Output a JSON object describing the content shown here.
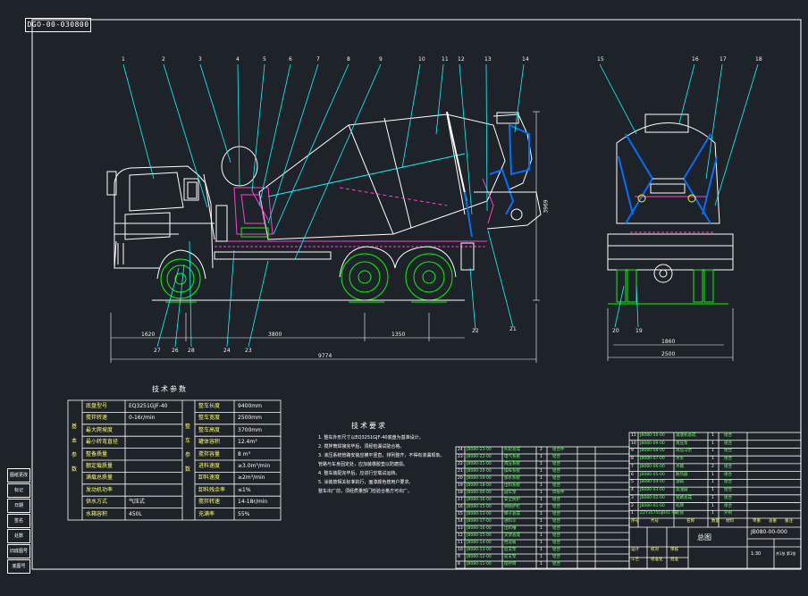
{
  "drawing_number": "DGO-00-030800",
  "side_tags": [
    "图纸更改",
    "标记",
    "日期",
    "签名",
    "处数",
    "旧底图号",
    "底图号"
  ],
  "balloons_front": [
    "1",
    "2",
    "3",
    "4",
    "5",
    "6",
    "7",
    "8",
    "9",
    "10",
    "11",
    "12",
    "13",
    "14"
  ],
  "balloons_side": [
    "15",
    "16",
    "17",
    "18"
  ],
  "balloons_bottom": [
    "27",
    "26",
    "28",
    "24",
    "23",
    "22",
    "21"
  ],
  "balloons_bottom_side": [
    "20",
    "19"
  ],
  "dims": {
    "front_a": "1620",
    "front_b": "3800",
    "front_c": "1350",
    "front_total": "9774",
    "height": "3969",
    "side_a": "1860",
    "side_b": "2500"
  },
  "tech_params": {
    "title": "技术参数",
    "left_group": "基本参数",
    "right_group": "整车参数",
    "rows": [
      {
        "k": "底盘型号",
        "v": "EQ3251GJF-40",
        "k2": "整车长度",
        "v2": "9400mm"
      },
      {
        "k": "搅拌转速",
        "v": "0-16r/min",
        "k2": "整车宽度",
        "v2": "2500mm"
      },
      {
        "k": "最大爬坡度",
        "v": "",
        "k2": "整车高度",
        "v2": "3700mm"
      },
      {
        "k": "最小转弯直径",
        "v": "",
        "k2": "罐体容积",
        "v2": "12.4m³"
      },
      {
        "k": "整备质量",
        "v": "",
        "k2": "搅拌容量",
        "v2": "8 m³"
      },
      {
        "k": "额定载质量",
        "v": "",
        "k2": "进料速度",
        "v2": "≥3.0m³/min"
      },
      {
        "k": "满载总质量",
        "v": "",
        "k2": "卸料速度",
        "v2": "≥2m³/min"
      },
      {
        "k": "发动机功率",
        "v": "",
        "k2": "卸料残余率",
        "v2": "≤1%"
      },
      {
        "k": "供水方式",
        "v": "气压式",
        "k2": "搅拌转速",
        "v2": "14-18r/min"
      },
      {
        "k": "水箱容积",
        "v": "450L",
        "k2": "充满率",
        "v2": "55%"
      }
    ]
  },
  "requirements": {
    "title": "技术要求",
    "lines": [
      "1. 整车外形尺寸以EQ3251GJF-40底盘为基准设计。",
      "2. 搅拌筒焊接完毕后，须经检漏试验合格。",
      "3. 液压系统管路安装应横平竖直，排列整齐，不得有渗漏现象。",
      "   管路与车身固定处，应加装橡胶垫以防磨损。",
      "4. 整车装配完毕后，应进行空载试运转。",
      "5. 涂装按相关标准执行，面漆颜色按用户要求。",
      "   整车出厂前，须经质量部门检验合格方可出厂。"
    ]
  },
  "bom_left": [
    {
      "no": "24",
      "code": "JB080-23-00",
      "name": "托轮总成",
      "qty": "2",
      "mat": "组合件"
    },
    {
      "no": "23",
      "code": "JB080-22-00",
      "name": "电气系统",
      "qty": "1",
      "mat": "组合"
    },
    {
      "no": "22",
      "code": "JB080-21-00",
      "name": "液压系统",
      "qty": "1",
      "mat": "组合"
    },
    {
      "no": "21",
      "code": "JB080-20-00",
      "name": "操纵系统",
      "qty": "1",
      "mat": "组合"
    },
    {
      "no": "20",
      "code": "JB080-19-00",
      "name": "加水系统",
      "qty": "1",
      "mat": "组合"
    },
    {
      "no": "19",
      "code": "JB080-18-00",
      "name": "出料系统",
      "qty": "1",
      "mat": "组合"
    },
    {
      "no": "18",
      "code": "JB080-00-00",
      "name": "副车架",
      "qty": "1",
      "mat": "焊接件"
    },
    {
      "no": "17",
      "code": "JB080-16-00",
      "name": "安全防护",
      "qty": "1",
      "mat": "组合"
    },
    {
      "no": "16",
      "code": "JB080-15-00",
      "name": "侧防护栏",
      "qty": "2",
      "mat": "组合"
    },
    {
      "no": "15",
      "code": "JB080-13-00",
      "name": "梯子总成",
      "qty": "1",
      "mat": "组合"
    },
    {
      "no": "14",
      "code": "JB080-17-00",
      "name": "进料斗",
      "qty": "1",
      "mat": "组合"
    },
    {
      "no": "13",
      "code": "JB080-16-00",
      "name": "出料槽",
      "qty": "1",
      "mat": "组合"
    },
    {
      "no": "12",
      "code": "JB080-15-00",
      "name": "支架总成",
      "qty": "1",
      "mat": "组合"
    },
    {
      "no": "11",
      "code": "JB080-14-00",
      "name": "挡泥板",
      "qty": "1",
      "mat": "组合"
    },
    {
      "no": "10",
      "code": "JB080-13-00",
      "name": "后支架",
      "qty": "1",
      "mat": "组合"
    },
    {
      "no": "9",
      "code": "JB080-12-00",
      "name": "前支架",
      "qty": "1",
      "mat": "组合"
    },
    {
      "no": "8",
      "code": "JB080-11-00",
      "name": "搅拌筒",
      "qty": "1",
      "mat": "组合"
    }
  ],
  "bom_right": [
    {
      "no": "11",
      "code": "JB080-10-00",
      "name": "减速机总成",
      "qty": "1",
      "mat": "组合"
    },
    {
      "no": "10",
      "code": "JB080-09-00",
      "name": "液压泵",
      "qty": "1",
      "mat": "组合"
    },
    {
      "no": "9",
      "code": "JB080-08-00",
      "name": "液压马达",
      "qty": "1",
      "mat": "组合"
    },
    {
      "no": "8",
      "code": "JB080-07-00",
      "name": "水泵",
      "qty": "1",
      "mat": "组合"
    },
    {
      "no": "7",
      "code": "JB080-06-00",
      "name": "水箱",
      "qty": "2",
      "mat": "组合"
    },
    {
      "no": "6",
      "code": "JB080-05-00",
      "name": "散热器",
      "qty": "1",
      "mat": "组合"
    },
    {
      "no": "5",
      "code": "JB080-04-00",
      "name": "油箱",
      "qty": "1",
      "mat": "组合"
    },
    {
      "no": "4",
      "code": "JB080-03-00",
      "name": "滤油器",
      "qty": "1",
      "mat": "组合"
    },
    {
      "no": "3",
      "code": "JB080-02-00",
      "name": "管路总成",
      "qty": "1",
      "mat": "组合"
    },
    {
      "no": "2",
      "code": "JB080-01-00",
      "name": "标牌",
      "qty": "1",
      "mat": "组合"
    },
    {
      "no": "1",
      "code": "ZZY3575GJB41-4B",
      "name": "底盘",
      "qty": "1",
      "mat": "外购"
    }
  ],
  "bom_header": [
    "序号",
    "代号",
    "名称",
    "数量",
    "材料",
    "单重",
    "总重",
    "备注"
  ],
  "title_block": {
    "name": "总图",
    "number": "JB080-00-000",
    "scale": "1:30",
    "sheet": "共1张 第1张",
    "roles": [
      "设计",
      "校对",
      "审核",
      "工艺",
      "标准化",
      "批准"
    ]
  }
}
